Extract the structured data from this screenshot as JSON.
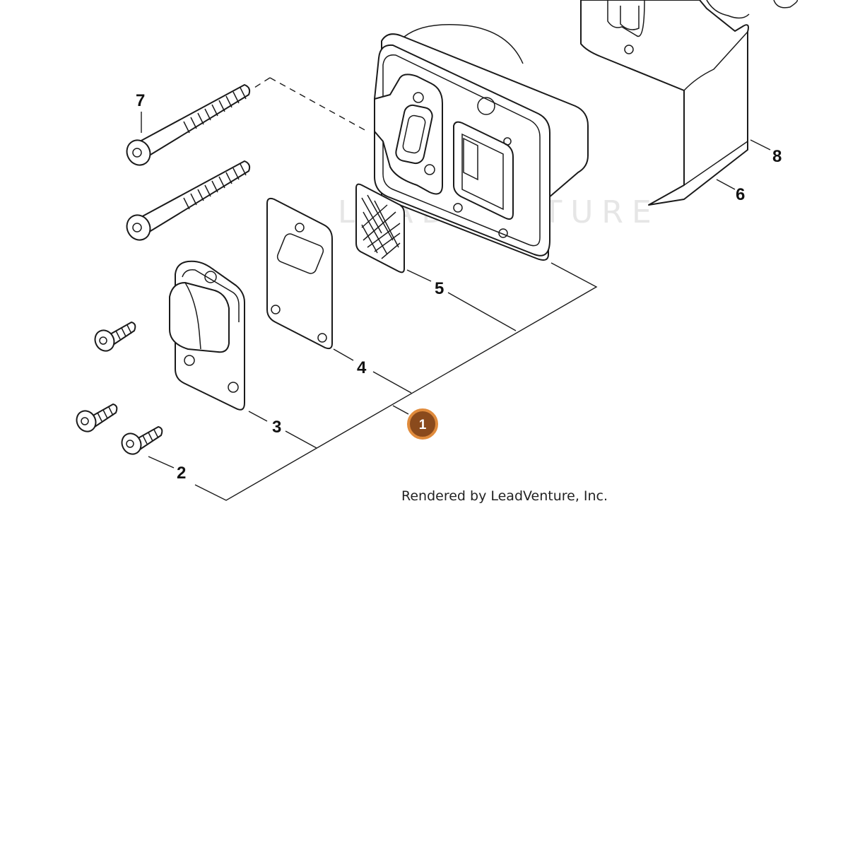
{
  "watermark": "LEADVENTURE",
  "credit": "Rendered by LeadVenture, Inc.",
  "assembly_badge": "1",
  "callouts": {
    "c2": "2",
    "c3": "3",
    "c4": "4",
    "c5": "5",
    "c6": "6",
    "c7": "7",
    "c8": "8"
  },
  "colors": {
    "badge_fill": "#8a4a1c",
    "badge_ring": "#e08b3c",
    "line": "#1a1a1a"
  }
}
